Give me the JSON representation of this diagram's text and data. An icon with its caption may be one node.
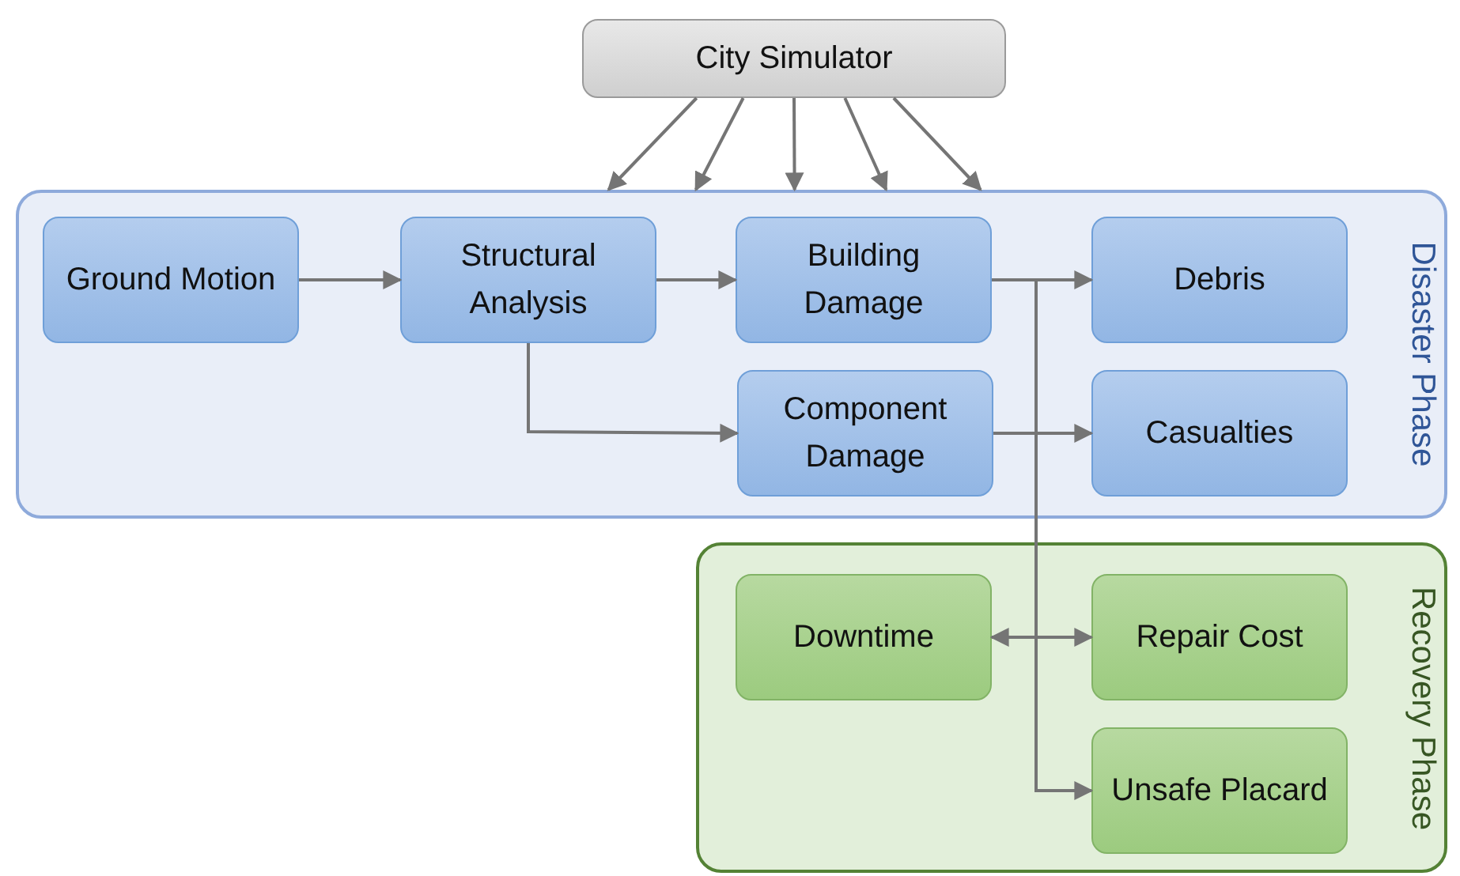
{
  "diagram": {
    "nodes": [
      {
        "text": [
          "City Simulator"
        ]
      },
      {
        "text": [
          "Disaster Phase"
        ]
      },
      {
        "text": [
          "Ground Motion"
        ],
        "in": 1
      },
      {
        "text": [
          "Structural Analysis"
        ],
        "in": 1
      },
      {
        "text": [
          "Building Damage"
        ],
        "in": 1
      },
      {
        "text": [
          "Debris"
        ],
        "in": 1
      },
      {
        "text": [
          "Component Damage"
        ],
        "in": 1
      },
      {
        "text": [
          "Casualties"
        ],
        "in": 1
      },
      {
        "text": [
          "Recovery Phase"
        ]
      },
      {
        "text": [
          "Downtime"
        ],
        "in": 8
      },
      {
        "text": [
          "Repair Cost"
        ],
        "in": 8
      },
      {
        "text": [
          "Unsafe Placard"
        ],
        "in": 8
      }
    ],
    "edges": [
      {
        "from": 0,
        "to": 1,
        "arrow": "to"
      },
      {
        "from": 0,
        "to": 1,
        "arrow": "to"
      },
      {
        "from": 0,
        "to": 1,
        "arrow": "to"
      },
      {
        "from": 0,
        "to": 1,
        "arrow": "to"
      },
      {
        "from": 0,
        "to": 1,
        "arrow": "to"
      },
      {
        "from": 2,
        "to": 3,
        "arrow": "to"
      },
      {
        "from": 3,
        "to": 4,
        "arrow": "to"
      },
      {
        "from": 3,
        "to": 6,
        "arrow": "to"
      },
      {
        "from": 4,
        "to": 5,
        "arrow": "to"
      },
      {
        "from": 6,
        "to": 7,
        "arrow": "to"
      },
      {
        "from": 4,
        "to": 9,
        "arrow": "to"
      },
      {
        "from": 4,
        "to": 10,
        "arrow": "to"
      },
      {
        "from": 4,
        "to": 11,
        "arrow": "to"
      }
    ]
  }
}
